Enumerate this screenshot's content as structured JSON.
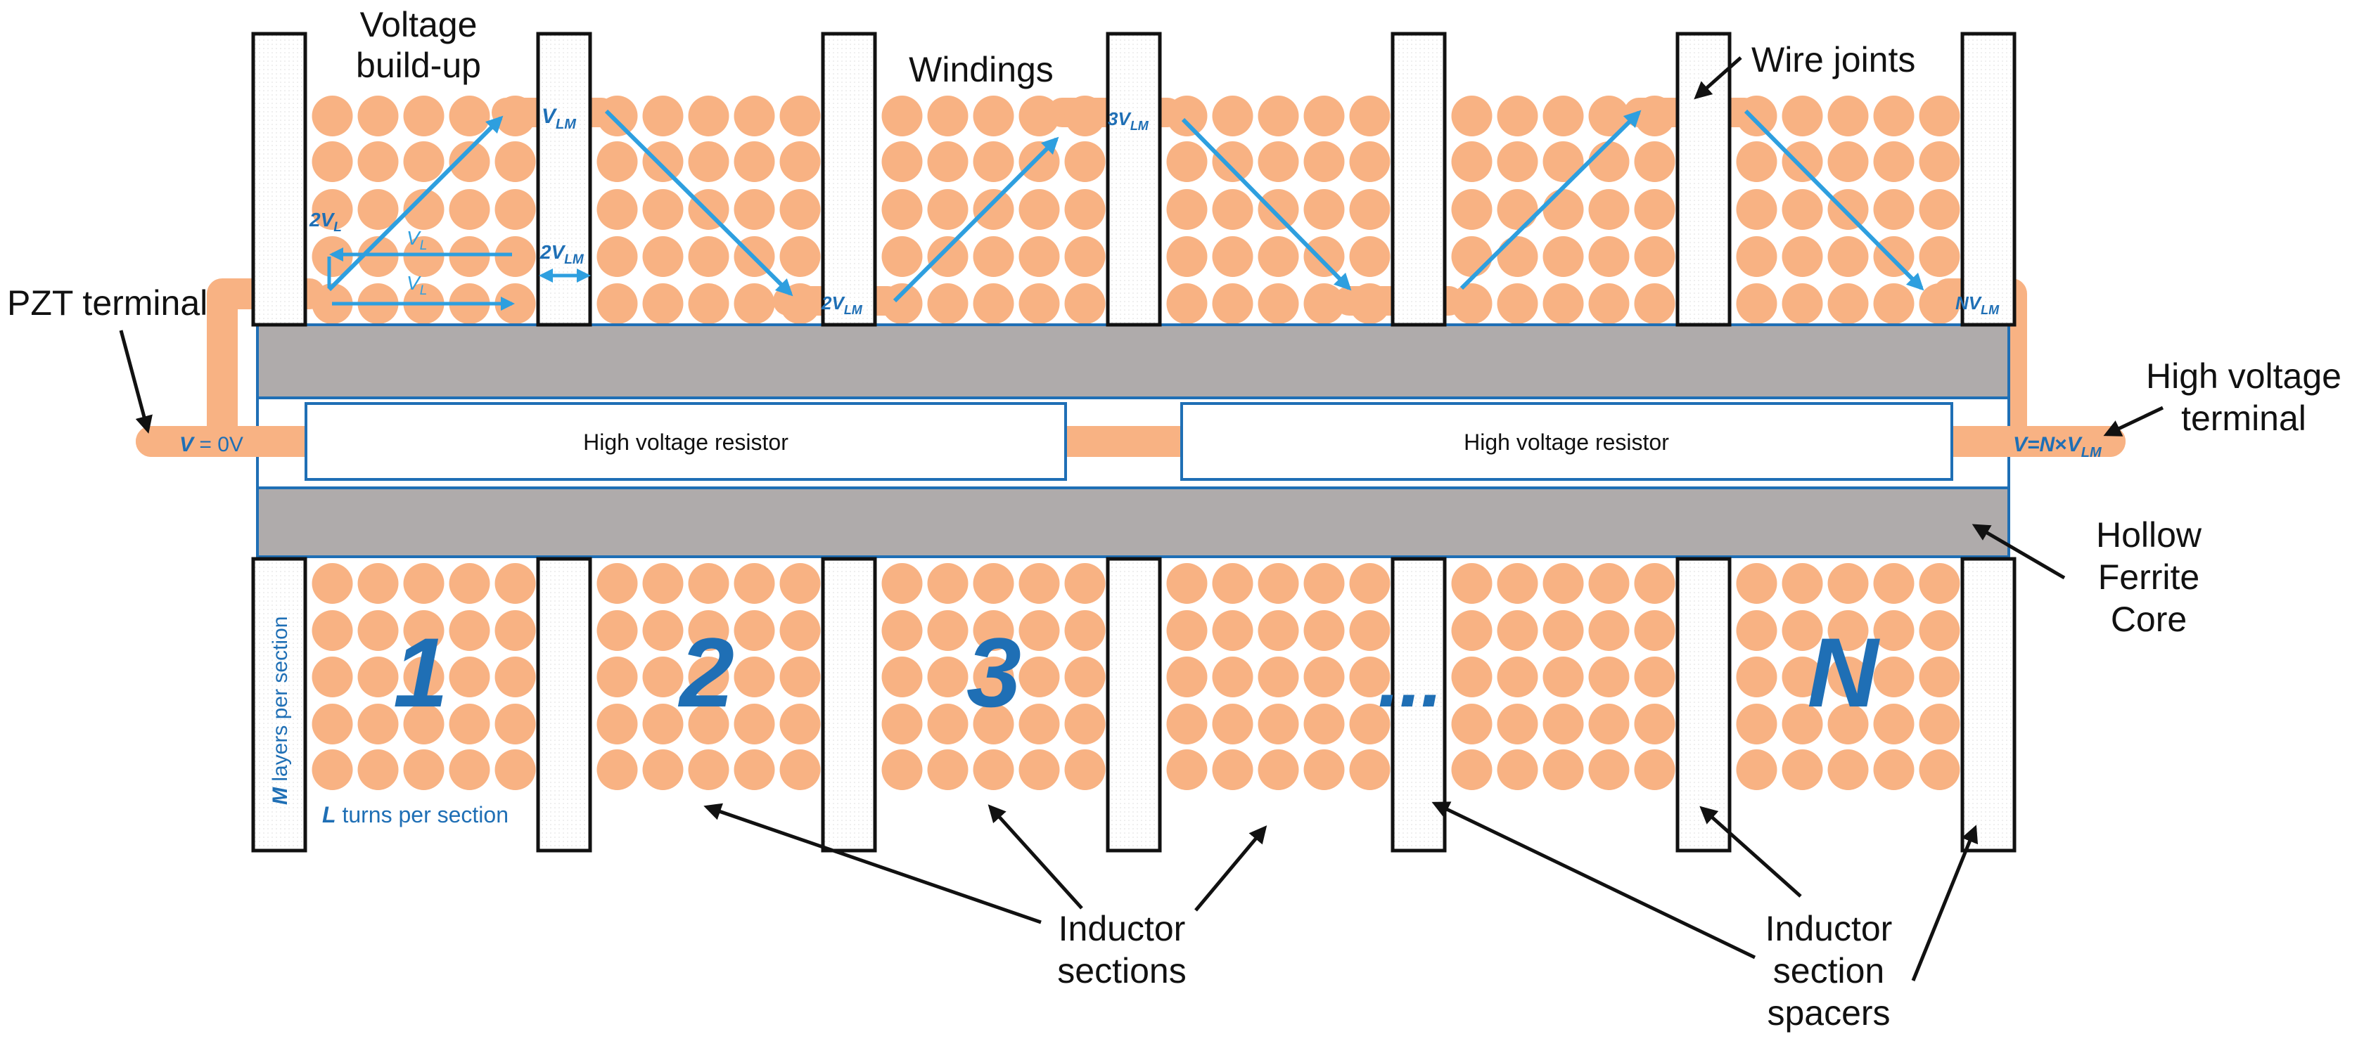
{
  "colors": {
    "winding": "#f8b283",
    "core": "#afabab",
    "core_outline": "#1f6fb5",
    "arrow_blue": "#2e9fdf",
    "label_blue": "#1f6fb5",
    "spacer_fill": "#ffffff",
    "spacer_stroke": "#111111"
  },
  "callouts": {
    "voltage_buildup": [
      "Voltage",
      "build-up"
    ],
    "windings": "Windings",
    "wire_joints": "Wire joints",
    "pzt_terminal": "PZT terminal",
    "hv_terminal": [
      "High voltage",
      "terminal"
    ],
    "ferrite_core": [
      "Hollow",
      "Ferrite",
      "Core"
    ],
    "inductor_sections": [
      "Inductor",
      "sections"
    ],
    "section_spacers": [
      "Inductor",
      "section",
      "spacers"
    ]
  },
  "resistors": [
    "High voltage resistor",
    "High voltage resistor"
  ],
  "terminals": {
    "left": {
      "v": "V",
      "eq": " = 0V"
    },
    "right": {
      "v": "V=N",
      "x": "×",
      "vl": "V",
      "lm": "LM"
    }
  },
  "voltage_labels": {
    "vlm": {
      "v": "V",
      "sub": "LM"
    },
    "two_vlm_a": {
      "v": "2V",
      "sub": "LM"
    },
    "three_vlm": {
      "v": "3V",
      "sub": "LM"
    },
    "n_vlm": {
      "v": "NV",
      "sub": "LM"
    },
    "two_vl": {
      "v": "2V",
      "sub": "L"
    },
    "vl_top": {
      "v": "V",
      "sub": "L"
    },
    "vl_bottom": {
      "v": "V",
      "sub": "L"
    },
    "two_vlm_spacer": {
      "v": "2V",
      "sub": "LM"
    }
  },
  "section_numbers": [
    "1",
    "2",
    "3",
    "...",
    "N"
  ],
  "dimension_labels": {
    "layers": {
      "m": "M",
      "rest": " layers per section"
    },
    "turns": {
      "l": "L",
      "rest": " turns per section"
    }
  }
}
